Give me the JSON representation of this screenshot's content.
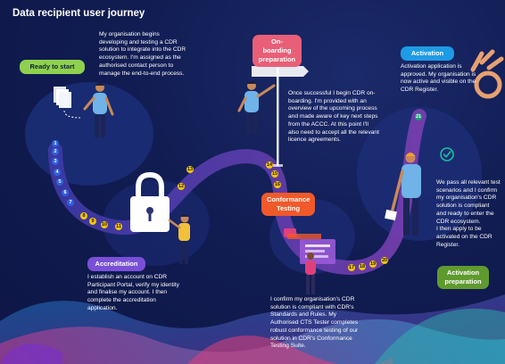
{
  "title": "Data recipient user journey",
  "stages": {
    "ready": {
      "label": "Ready to start",
      "color": "#8fd14f"
    },
    "onboarding": {
      "label_line1": "On-boarding",
      "label_line2": "preparation",
      "color": "#e85f77"
    },
    "activation": {
      "label": "Activation",
      "color": "#1e9be6"
    },
    "accreditation": {
      "label": "Accreditation",
      "color": "#7a4fd8"
    },
    "conformance": {
      "label_line1": "Conformance",
      "label_line2": "Testing",
      "color": "#f0592a"
    },
    "activation_prep": {
      "label_line1": "Activation",
      "label_line2": "preparation",
      "color": "#5f9a2e"
    }
  },
  "texts": {
    "ready": [
      "My organisation begins",
      "developing and testing a CDR",
      "solution to integrate into the CDR",
      "ecosystem. I'm assigned  as the",
      "authorised contact person to",
      "manage the end-to-end process."
    ],
    "onboarding": [
      "Once successful I begin CDR on-",
      "boarding. I'm provided with an",
      "overview of the upcoming process",
      "and made aware of key next steps",
      "from the ACCC.  At this point I'll",
      "also need to accept all the relevant",
      "licence agreements."
    ],
    "activation": [
      "Activation application is",
      "approved. My organisation is",
      "now active and visible on the",
      "CDR Register."
    ],
    "activation_prep": [
      "We pass all relevant test",
      "scenarios and I confirm",
      "my organisation's CDR",
      "solution is compliant",
      "and ready to enter the",
      "CDR ecosystem.",
      "I then apply to be",
      "activated on the CDR",
      "Register."
    ],
    "accreditation": [
      "I establish an account on CDR",
      "Participant Portal, verify my identity",
      "and finalise my account. I then",
      "complete the accreditation",
      "application."
    ],
    "conformance": [
      "I confirm my organisation's CDR",
      "solution is compliant with CDR's",
      "Standards and Rules. My",
      "Authorised CTS Tester completes",
      "robust conformance testing of our",
      "solution in CDR's Conformance",
      "Testing Suite."
    ]
  },
  "steps_blue": [
    "1",
    "2",
    "3",
    "4",
    "5",
    "6",
    "7"
  ],
  "steps_yellow": [
    "8",
    "9",
    "10",
    "11",
    "12",
    "13",
    "14",
    "15",
    "16",
    "17",
    "18",
    "19",
    "20"
  ],
  "step_green": "21",
  "colors": {
    "background": "#111c52",
    "path": "#5a3aa8",
    "blue_step": "#2f5fe0",
    "yellow_step": "#f6c400",
    "green_step": "#1a9e7a"
  }
}
